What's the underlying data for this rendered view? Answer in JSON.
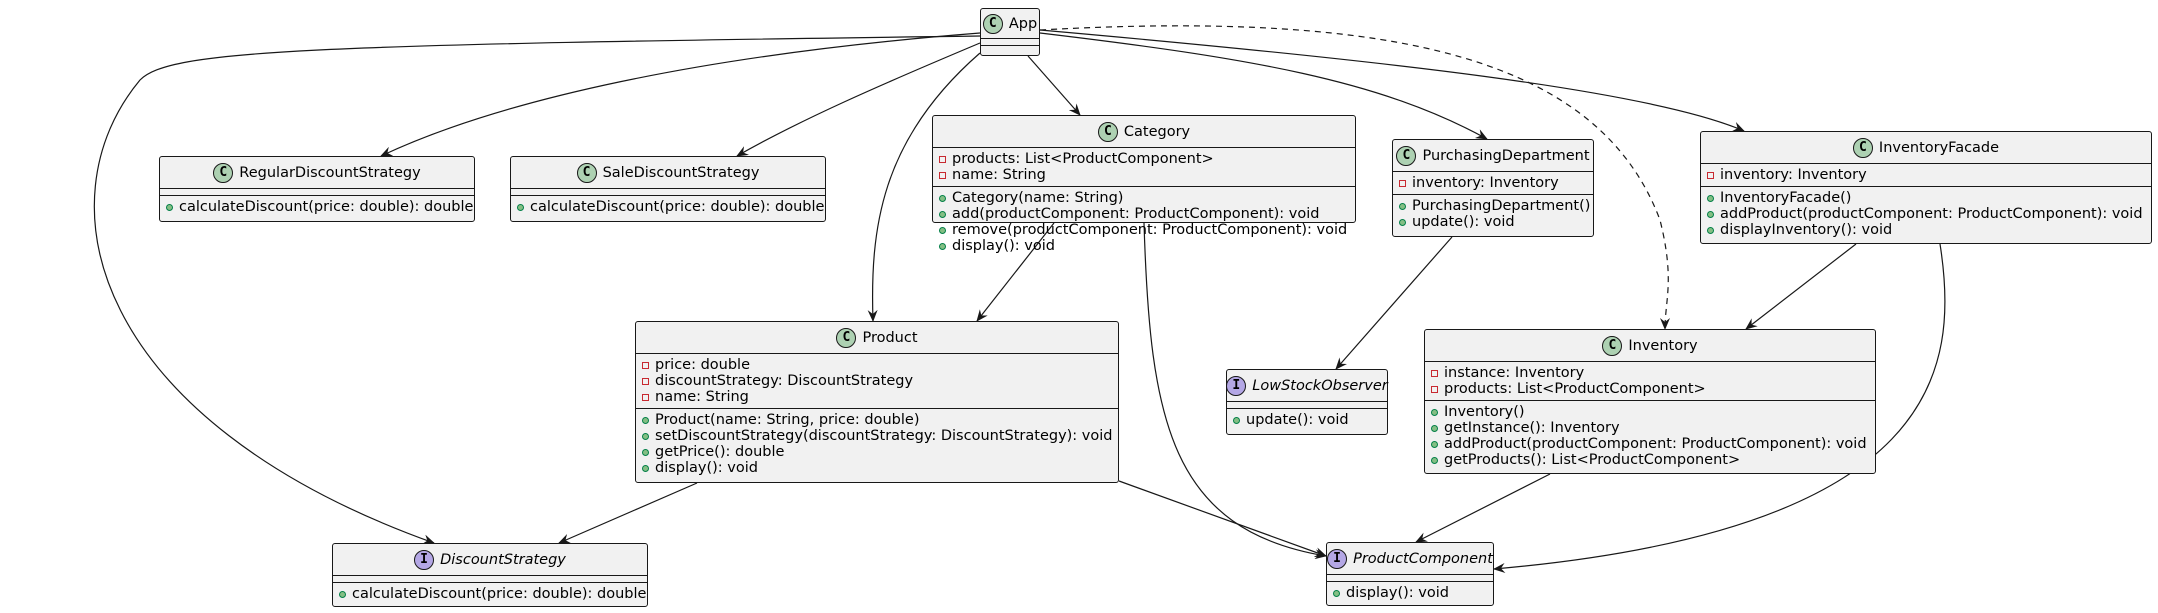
{
  "colors": {
    "class_badge": "#add1b2",
    "interface_badge": "#b4a7e5",
    "box_fill": "#f1f1f1",
    "border": "#181818",
    "private_marker": "#c82930",
    "public_marker": "#84be84"
  },
  "classes": {
    "app": {
      "kind": "C",
      "name": "App",
      "fields": [],
      "methods": []
    },
    "regular": {
      "kind": "C",
      "name": "RegularDiscountStrategy",
      "fields": [],
      "methods": [
        "calculateDiscount(price: double): double"
      ]
    },
    "sale": {
      "kind": "C",
      "name": "SaleDiscountStrategy",
      "fields": [],
      "methods": [
        "calculateDiscount(price: double): double"
      ]
    },
    "category": {
      "kind": "C",
      "name": "Category",
      "fields": [
        "products: List<ProductComponent>",
        "name: String"
      ],
      "methods": [
        "Category(name: String)",
        "add(productComponent: ProductComponent): void",
        "remove(productComponent: ProductComponent): void",
        "display(): void"
      ]
    },
    "purchasing": {
      "kind": "C",
      "name": "PurchasingDepartment",
      "fields": [
        "inventory: Inventory"
      ],
      "methods": [
        "PurchasingDepartment()",
        "update(): void"
      ]
    },
    "facade": {
      "kind": "C",
      "name": "InventoryFacade",
      "fields": [
        "inventory: Inventory"
      ],
      "methods": [
        "InventoryFacade()",
        "addProduct(productComponent: ProductComponent): void",
        "displayInventory(): void"
      ]
    },
    "product": {
      "kind": "C",
      "name": "Product",
      "fields": [
        "price: double",
        "discountStrategy: DiscountStrategy",
        "name: String"
      ],
      "methods": [
        "Product(name: String, price: double)",
        "setDiscountStrategy(discountStrategy: DiscountStrategy): void",
        "getPrice(): double",
        "display(): void"
      ]
    },
    "observer": {
      "kind": "I",
      "name": "LowStockObserver",
      "fields": [],
      "methods": [
        "update(): void"
      ]
    },
    "inventory": {
      "kind": "C",
      "name": "Inventory",
      "fields": [
        "instance: Inventory",
        "products: List<ProductComponent>"
      ],
      "methods": [
        "Inventory()",
        "getInstance(): Inventory",
        "addProduct(productComponent: ProductComponent): void",
        "getProducts(): List<ProductComponent>"
      ]
    },
    "strategy": {
      "kind": "I",
      "name": "DiscountStrategy",
      "fields": [],
      "methods": [
        "calculateDiscount(price: double): double"
      ]
    },
    "component": {
      "kind": "I",
      "name": "ProductComponent",
      "fields": [],
      "methods": [
        "display(): void"
      ]
    }
  },
  "relations": [
    {
      "from": "app",
      "to": "regular",
      "style": "solid"
    },
    {
      "from": "app",
      "to": "sale",
      "style": "solid"
    },
    {
      "from": "app",
      "to": "category",
      "style": "solid"
    },
    {
      "from": "app",
      "to": "purchasing",
      "style": "solid"
    },
    {
      "from": "app",
      "to": "facade",
      "style": "solid"
    },
    {
      "from": "app",
      "to": "product",
      "style": "solid"
    },
    {
      "from": "app",
      "to": "strategy",
      "style": "solid"
    },
    {
      "from": "app",
      "to": "inventory",
      "style": "dashed"
    },
    {
      "from": "category",
      "to": "product",
      "style": "solid"
    },
    {
      "from": "category",
      "to": "component",
      "style": "solid"
    },
    {
      "from": "purchasing",
      "to": "observer",
      "style": "solid"
    },
    {
      "from": "facade",
      "to": "inventory",
      "style": "solid"
    },
    {
      "from": "facade",
      "to": "component",
      "style": "solid"
    },
    {
      "from": "product",
      "to": "strategy",
      "style": "solid"
    },
    {
      "from": "product",
      "to": "component",
      "style": "solid"
    },
    {
      "from": "inventory",
      "to": "component",
      "style": "solid"
    }
  ]
}
